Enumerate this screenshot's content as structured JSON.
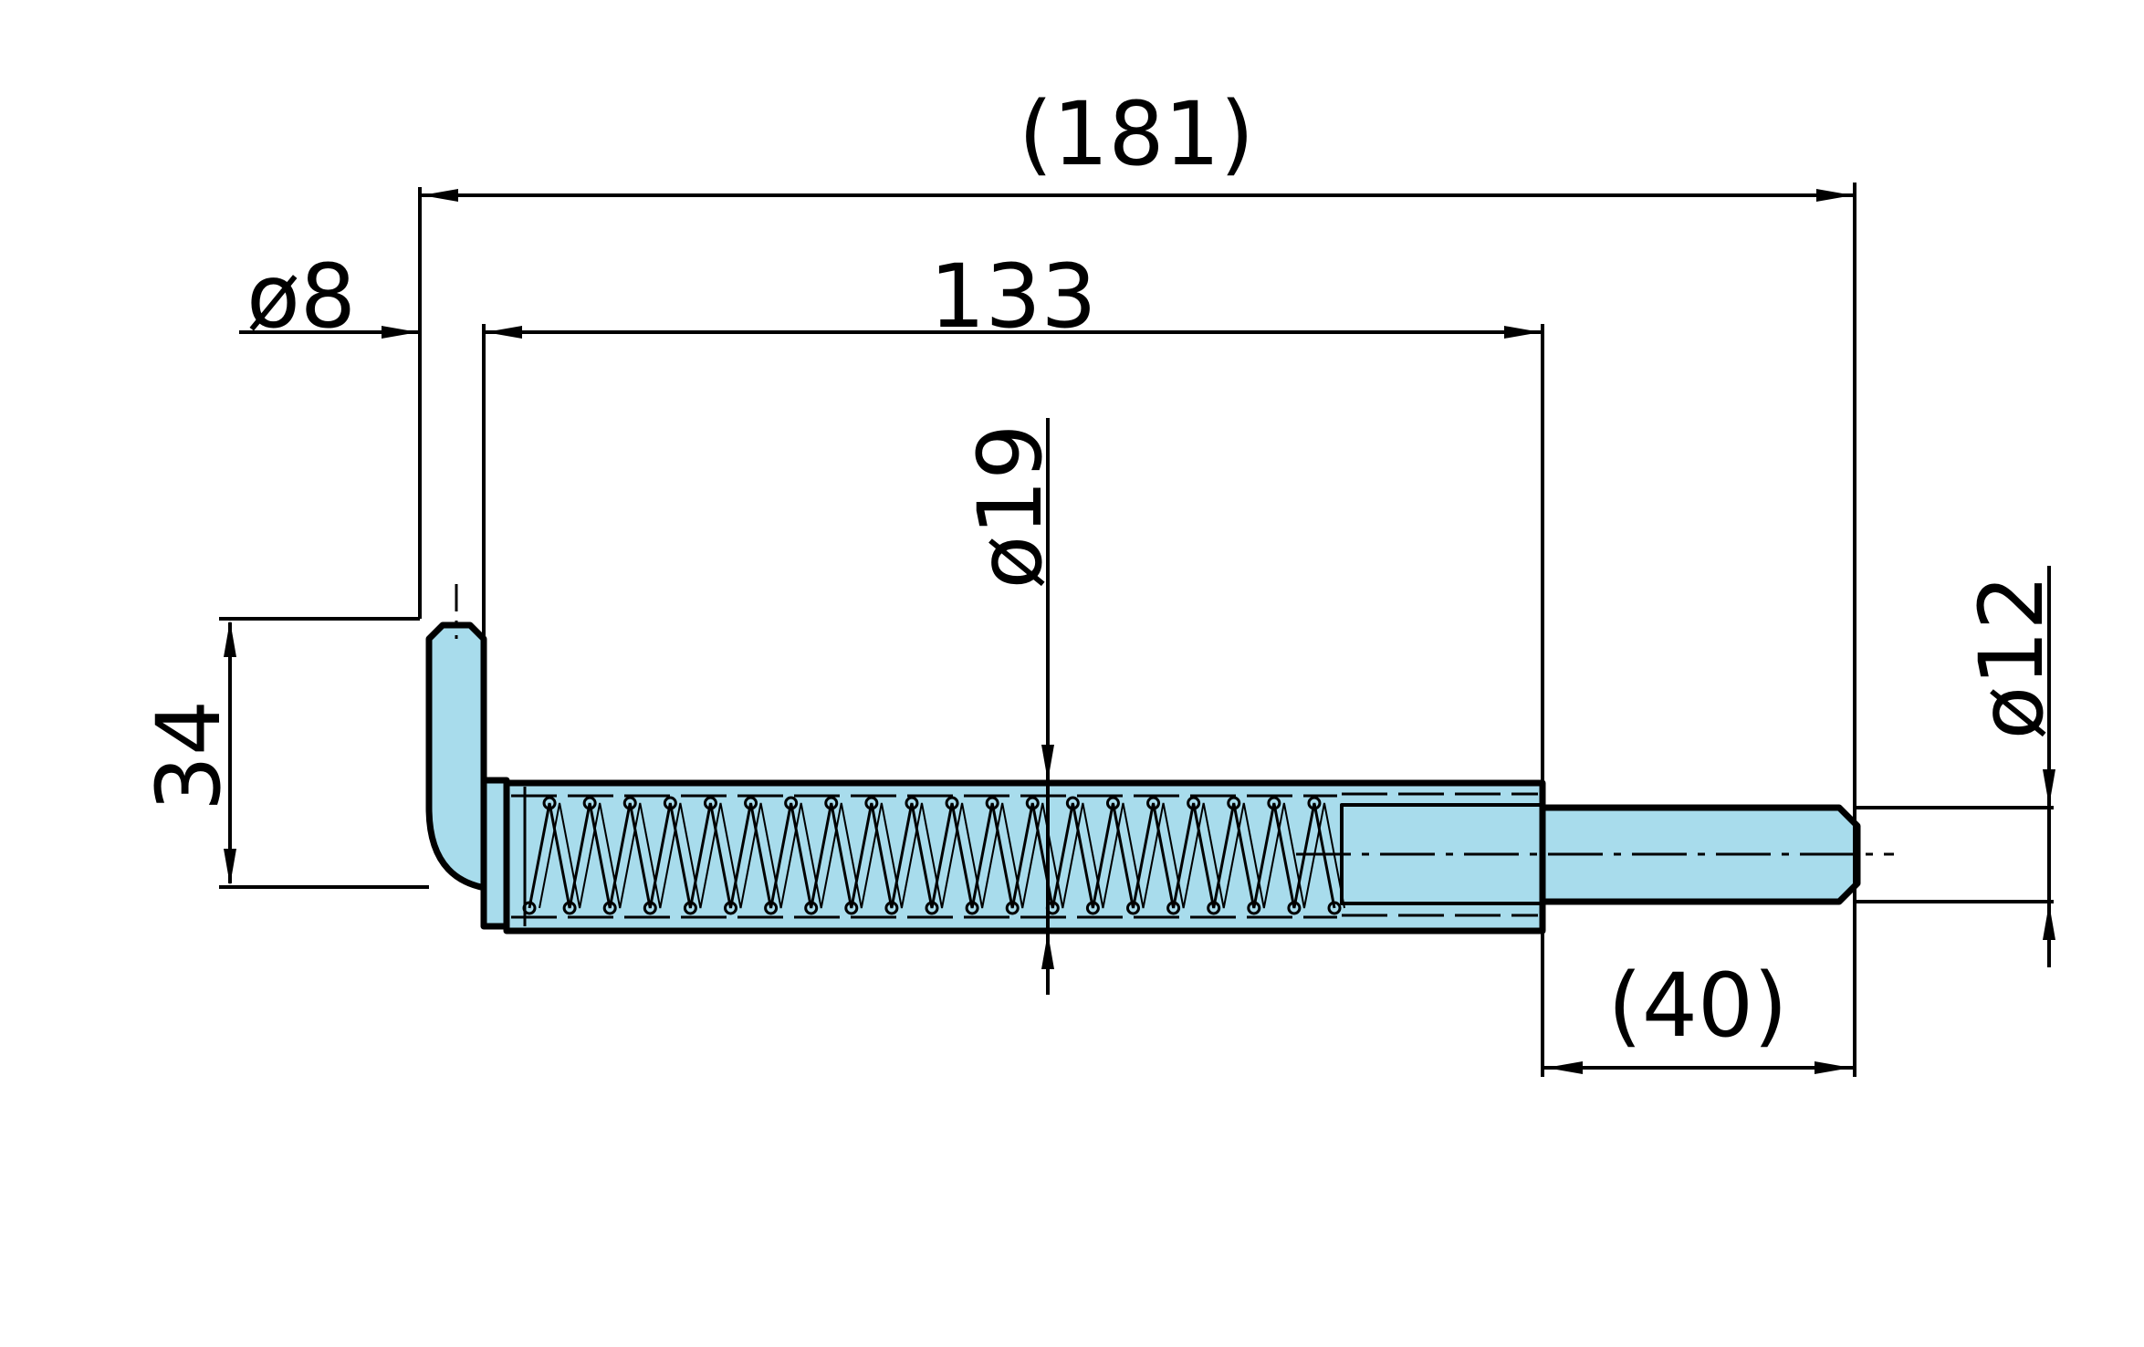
{
  "dimensions": {
    "overall_length": "(181)",
    "body_length": "133",
    "pin_diameter": "ø8",
    "body_diameter": "ø19",
    "handle_height": "34",
    "tip_diameter": "ø12",
    "tip_length": "(40)"
  },
  "colors": {
    "part_fill": "#a8dcec",
    "line": "#000000",
    "background": "#ffffff"
  }
}
